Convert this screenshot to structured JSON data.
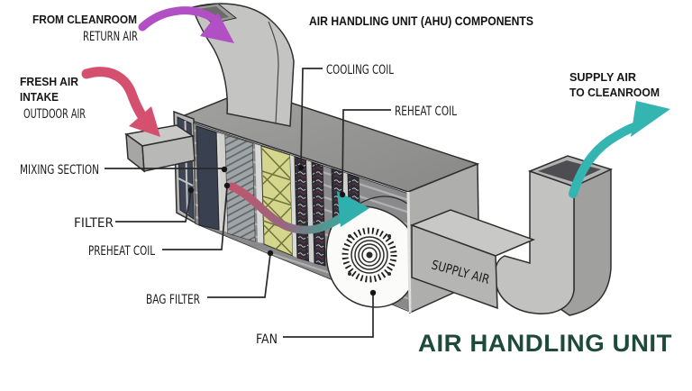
{
  "title": "AIR HANDLING UNIT (AHU) COMPONENTS",
  "footer": {
    "label": "AIR HANDLING UNIT",
    "color": "#1e4a3c"
  },
  "flows": {
    "return_air": {
      "heading": "FROM CLEANROOM",
      "subheading": "RETURN AIR",
      "color": "#b14fc4"
    },
    "fresh_air": {
      "heading_line1": "FRESH AIR",
      "heading_line2": "INTAKE",
      "subheading": "OUTDOOR AIR",
      "color": "#d5506e"
    },
    "supply_air": {
      "heading_line1": "SUPPLY AIR",
      "heading_line2": "TO CLEANROOM",
      "color": "#35b5b2"
    }
  },
  "component_labels": {
    "cooling_coil": "COOLING COIL",
    "reheat_coil": "REHEAT COIL",
    "mixing_section": "MIXING SECTION",
    "filter": "FILTER",
    "preheat_coil": "PREHEAT COIL",
    "bag_filter": "BAG FILTER",
    "fan": "FAN",
    "supply_duct_text": "SUPPLY AIR"
  }
}
